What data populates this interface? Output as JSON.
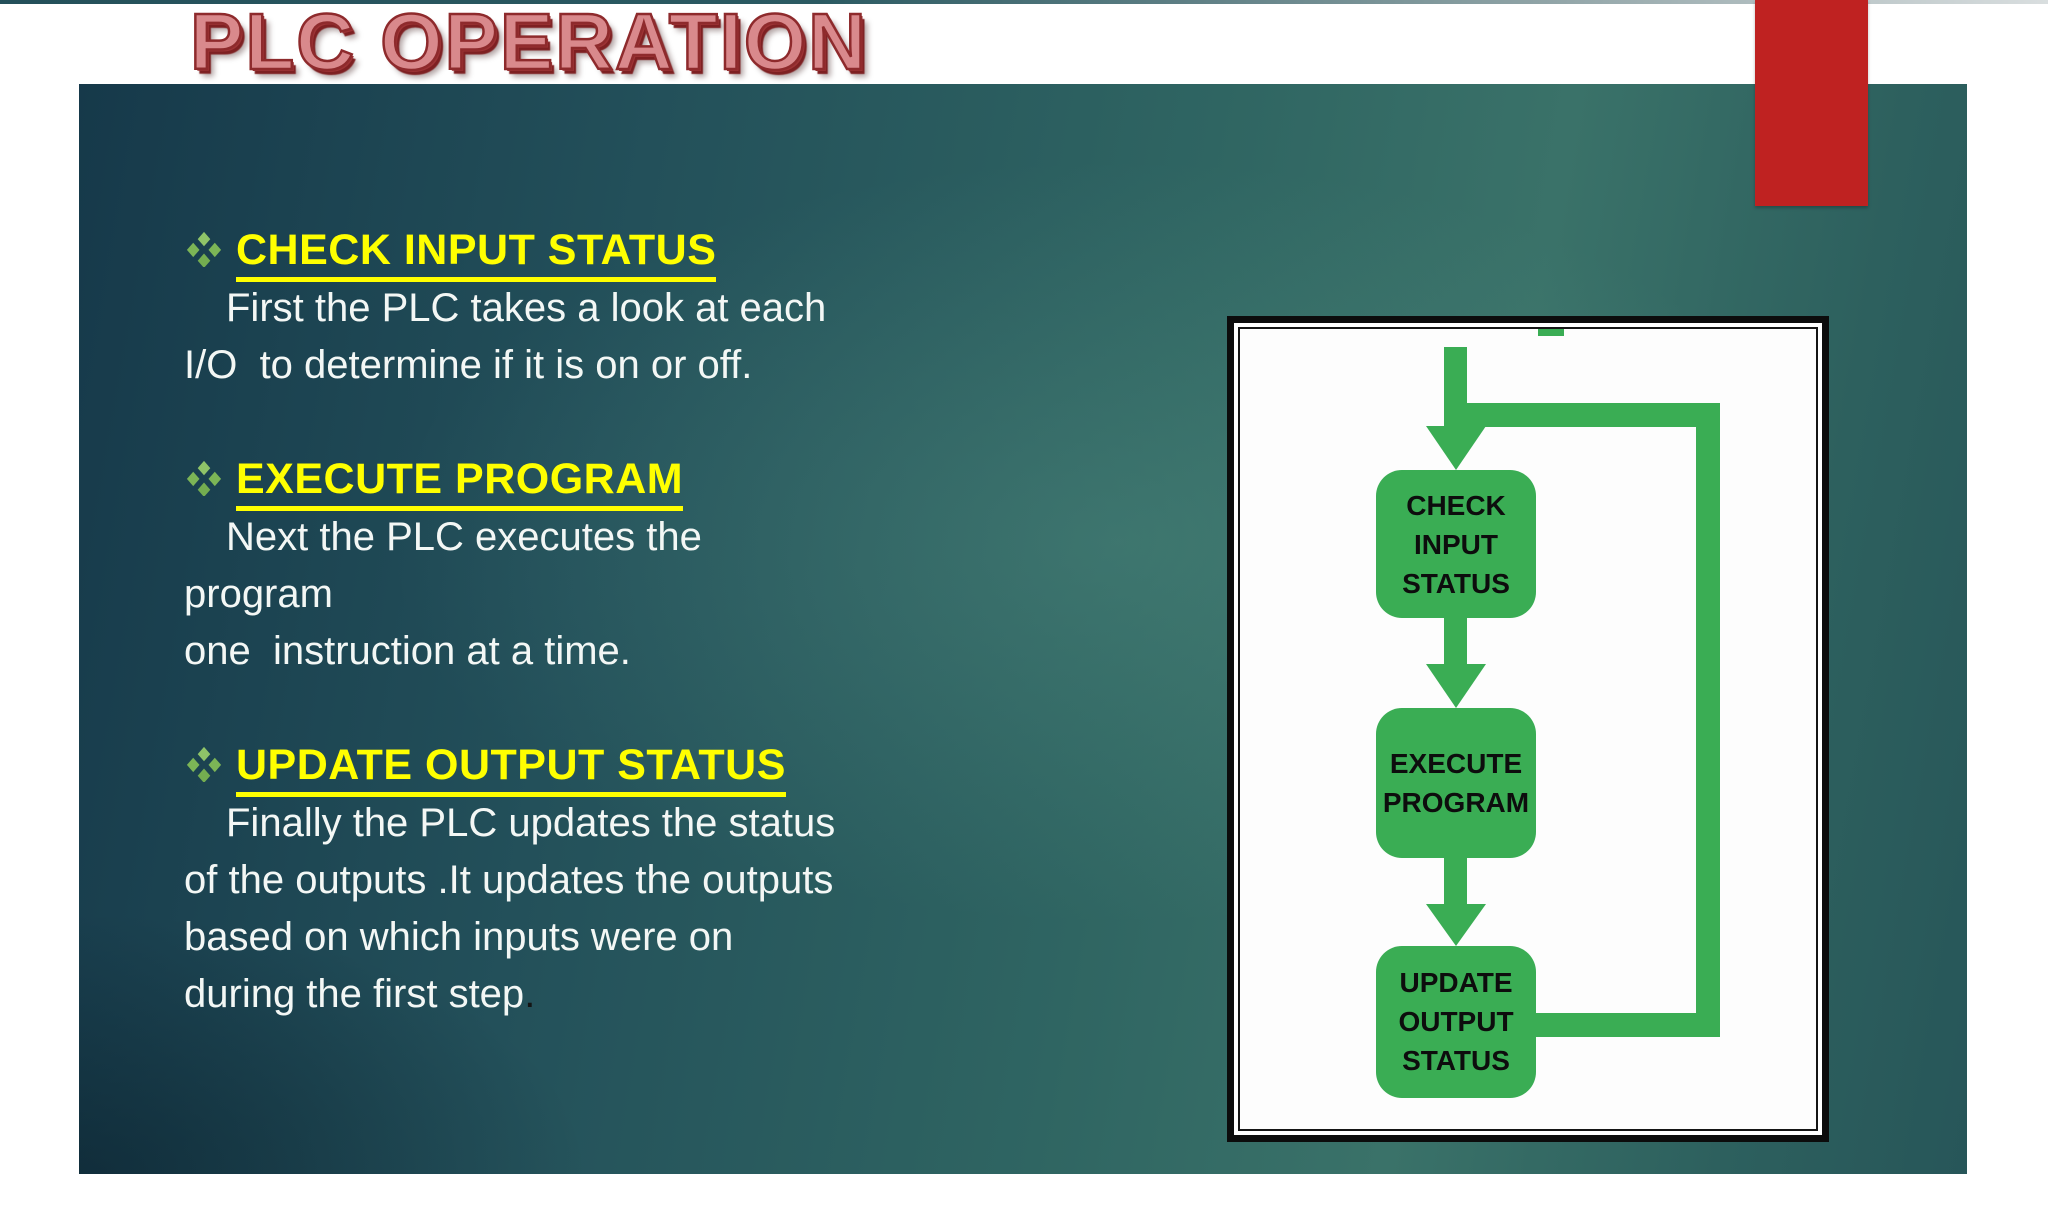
{
  "slide": {
    "title": "PLC OPERATION",
    "bullet_icon": "four-diamond-bullet",
    "sections": [
      {
        "heading": "CHECK INPUT STATUS",
        "body": [
          "First the PLC takes a look at each",
          "I/O  to determine if it is on or off."
        ]
      },
      {
        "heading": "EXECUTE PROGRAM",
        "body": [
          "Next the PLC executes the",
          "program",
          "one  instruction at a time."
        ]
      },
      {
        "heading": "UPDATE OUTPUT STATUS",
        "body": [
          "Finally the PLC updates the status",
          "of the outputs .It updates the outputs",
          "based on which inputs were on",
          "during the first step"
        ],
        "trailing_period": "."
      }
    ]
  },
  "flowchart": {
    "boxes": [
      {
        "lines": [
          "CHECK",
          "INPUT",
          "STATUS"
        ]
      },
      {
        "lines": [
          "EXECUTE",
          "PROGRAM"
        ]
      },
      {
        "lines": [
          "UPDATE",
          "OUTPUT",
          "STATUS"
        ]
      }
    ]
  },
  "colors": {
    "slide_background_dark": "#16394a",
    "slide_background_light": "#3a7269",
    "title_fill": "#d9898c",
    "title_outline": "#8e2a2c",
    "accent_bar_red": "#bf2221",
    "heading_yellow": "#ffff00",
    "bullet_green": "#82bb5b",
    "body_text": "#f3f7f5",
    "diagram_green": "#3aad54",
    "diagram_text": "#0d0d0d",
    "frame_black": "#0c0c0c"
  }
}
